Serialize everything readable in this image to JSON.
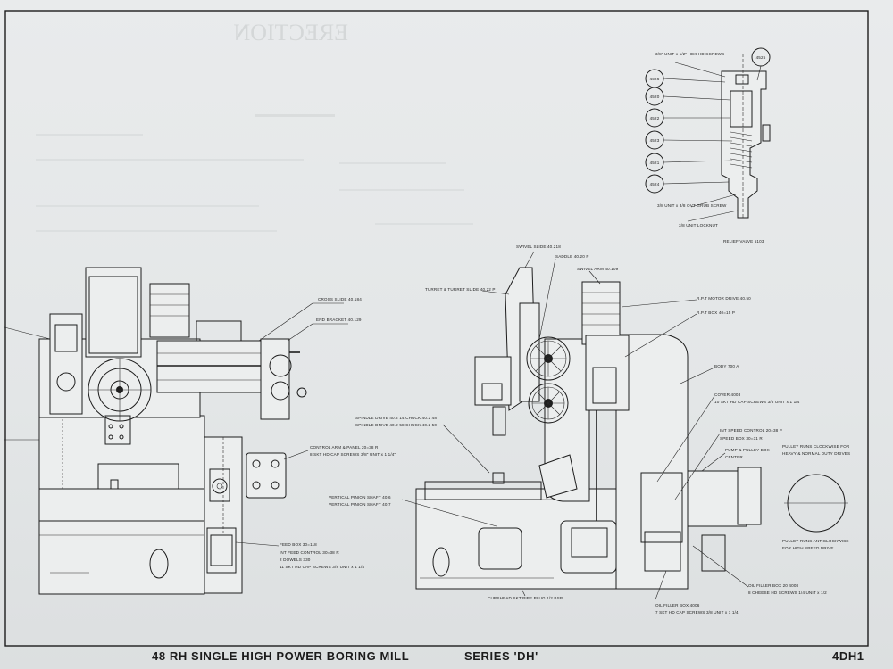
{
  "drawing": {
    "title": "48 RH SINGLE HIGH POWER BORING MILL",
    "series": "SERIES 'DH'",
    "number": "4DH1",
    "ghost_heading": "ERECTION"
  },
  "detail": {
    "caption": "RELIEF VALVE 5103",
    "top_note": "3/8\" UNIT x 1/2\" HEX HD SCREWS",
    "bottom_note": "3/8 UNIT x 3/8 OVT GRUB SCREW",
    "bottom_note2": "3/8 UNIT LOCKNUT",
    "balloons": [
      "4525",
      "4526",
      "4520",
      "4522",
      "4523",
      "4521",
      "4524"
    ]
  },
  "labels": {
    "cross_slide": "CROSS SLIDE 40.184",
    "end_bracket": "END BRACKET 40.129",
    "control_arm": "CONTROL ARM & PANEL 20=38 R",
    "control_arm_2": "8 SKT HD CAP SCREWS 3/8\" UNIT x 1 1/4\"",
    "feed_box": "FEED BOX 30=118",
    "feed_2": "INT FEED CONTROL 30=38 R",
    "feed_3": "2 DOWELS 330",
    "feed_4": "11 SKT HD CAP SCREWS 3/8 UNIT x 1 1/4",
    "swivel_slide": "SWIVEL SLIDE 40.218",
    "turret_slide": "TURRET & TURRET SLIDE 40.22 P",
    "saddle": "SADDLE 40.20 P",
    "swivel_arm": "SWIVEL ARM 40.109",
    "rpt_motor": "R.P.T MOTOR DRIVE 40.50",
    "rpt_box": "R.P.T BOX 40=15 P",
    "body": "BODY 700 A",
    "cover": "COVER 4003",
    "cover_2": "10 SKT HD CAP SCREWS 3/8 UNIT x 1 1/4",
    "speed_1": "INT SPEED CONTROL 20=38 P",
    "speed_2": "SPEED BOX 30=31 R",
    "pump": "PUMP & PULLEY BOX",
    "pump_2": "CENTER",
    "pulley_cw": "PULLEY RUNS CLOCKWISE FOR",
    "pulley_cw_2": "HEAVY & NORMAL DUTY DRIVES",
    "pulley_acw": "PULLEY RUNS ANTICLOCKWISE",
    "pulley_acw_2": "FOR HIGH SPEED DRIVE",
    "spindle_1": "SPINDLE DRIVE 40.2 14 CHUCK 40.2 48",
    "spindle_2": "SPINDLE DRIVE 40.2 58 CHUCK 40.2 50",
    "pinion_1": "VERTICAL PINION SHAFT 40.6",
    "pinion_2": "VERTICAL PINION SHAFT 40.7",
    "oil_box_1": "OIL FILLER BOX 20 4008",
    "oil_box_2": "8 CHEESE HD SCREWS 1/4 UNIT x 1/2",
    "oil_box_3": "OIL FILLER BOX 4006",
    "oil_box_4": "7 SKT HD CAP SCREWS 3/8 UNIT x 1 1/4",
    "plug": "CURSHEAD SKT PIPE PLUG 1/2 BSP"
  }
}
